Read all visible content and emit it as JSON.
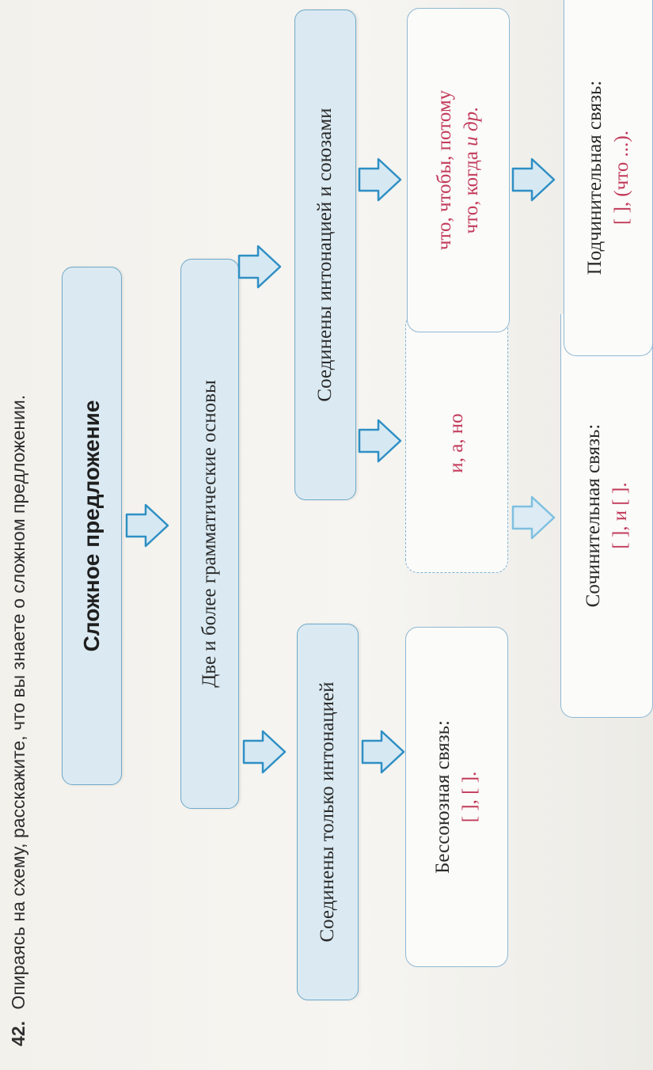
{
  "exercise": {
    "number": "42.",
    "instruction": "Опираясь на схему, расскажите, что вы знаете о сложном предложении."
  },
  "nodes": {
    "root": "Сложное предложение",
    "definition": "Две и более грамматические основы",
    "intonation_only": "Соединены только интонацией",
    "intonation_and_conjunctions": "Соединены интонацией и союзами",
    "asyndetic": {
      "label": "Бессоюзная связь:",
      "scheme": "[ ], [ ]."
    },
    "coord_conjunctions": "и, а, но",
    "subord_conjunctions": {
      "line1": "что, чтобы, потому",
      "line2_prefix": "что, когда ",
      "line2_suffix": "и др."
    },
    "compound": {
      "label": "Сочинительная связь:",
      "scheme": "[ ], и [ ]."
    },
    "complex": {
      "label": "Подчинительная связь:",
      "scheme": "[ ], (что ...)."
    }
  },
  "colors": {
    "box_fill": "#dbeaf2",
    "box_border": "#6fa8c9",
    "arrow": "#2f8fc4",
    "accent_text": "#c23a5a"
  }
}
